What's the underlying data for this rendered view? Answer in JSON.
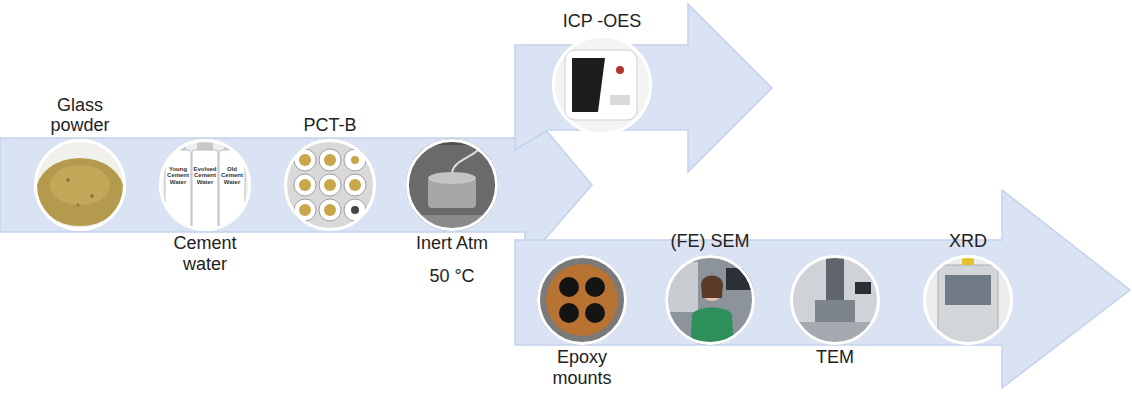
{
  "diagram": {
    "nodes": [
      {
        "text": [
          "Glass powder"
        ]
      },
      {
        "text": [
          "Cement water"
        ]
      },
      {
        "text": [
          "PCT-B"
        ]
      },
      {
        "text": [
          "Inert Atm",
          "50 °C"
        ]
      },
      {
        "text": [
          "ICP -OES"
        ]
      },
      {
        "text": [
          "Epoxy mounts"
        ]
      },
      {
        "text": [
          "(FE) SEM"
        ]
      },
      {
        "text": [
          "TEM"
        ]
      },
      {
        "text": [
          "XRD"
        ]
      }
    ],
    "labels": [
      "Young Cement Water",
      "Evolved Cement Water",
      "Old Cement Water"
    ]
  }
}
